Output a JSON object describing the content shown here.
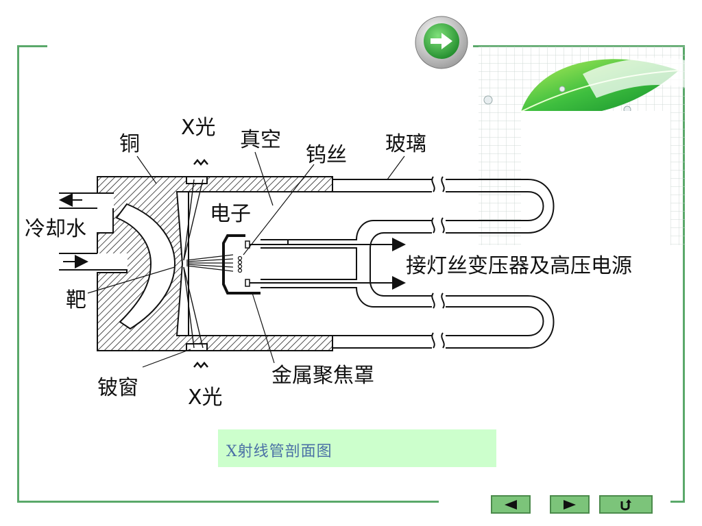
{
  "labels": {
    "copper": "铜",
    "xray_top": "X光",
    "vacuum": "真空",
    "tungsten_wire": "钨丝",
    "glass": "玻璃",
    "electron": "电子",
    "cooling_water": "冷却水",
    "target": "靶",
    "beryllium_window": "铍窗",
    "xray_bottom": "X光",
    "focusing_cup": "金属聚焦罩",
    "power_source": "接灯丝变压器及高压电源"
  },
  "caption": "X射线管剖面图",
  "nav": {
    "next_icon": "arrow-right-icon",
    "prev_icon": "triangle-left-icon",
    "forward_icon": "triangle-right-icon",
    "return_icon": "return-icon"
  },
  "colors": {
    "frame": "#5aa86a",
    "caption_bg": "#ccffcc",
    "caption_text": "#4a6fa5",
    "nav_bg": "#7cc47a"
  }
}
